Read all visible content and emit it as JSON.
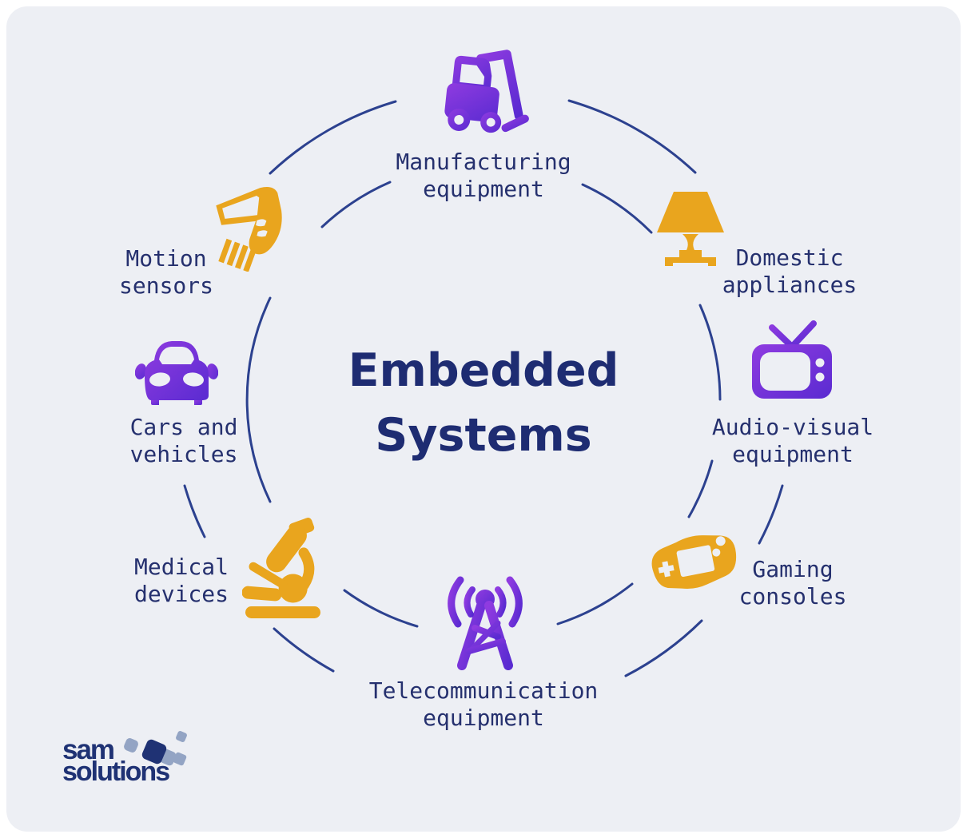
{
  "title": {
    "line1": "Embedded",
    "line2": "Systems"
  },
  "items": [
    {
      "id": "manufacturing-equipment",
      "icon": "forklift-icon",
      "color": "purple",
      "lines": [
        "Manufacturing",
        "equipment"
      ]
    },
    {
      "id": "domestic-appliances",
      "icon": "table-lamp-icon",
      "color": "orange",
      "lines": [
        "Domestic",
        "appliances"
      ]
    },
    {
      "id": "audio-visual-equipment",
      "icon": "tv-icon",
      "color": "purple",
      "lines": [
        "Audio-visual",
        "equipment"
      ]
    },
    {
      "id": "gaming-consoles",
      "icon": "handheld-console-icon",
      "color": "orange",
      "lines": [
        "Gaming",
        "consoles"
      ]
    },
    {
      "id": "telecommunication-equipment",
      "icon": "radio-tower-icon",
      "color": "purple",
      "lines": [
        "Telecommunication",
        "equipment"
      ]
    },
    {
      "id": "medical-devices",
      "icon": "microscope-icon",
      "color": "orange",
      "lines": [
        "Medical",
        "devices"
      ]
    },
    {
      "id": "cars-and-vehicles",
      "icon": "car-icon",
      "color": "purple",
      "lines": [
        "Cars and",
        "vehicles"
      ]
    },
    {
      "id": "motion-sensors",
      "icon": "barcode-scanner-icon",
      "color": "orange",
      "lines": [
        "Motion",
        "sensors"
      ]
    }
  ],
  "logo": {
    "line1": "sam",
    "line2": "solutions"
  },
  "colors": {
    "background": "#EDEFF4",
    "label_navy": "#25306E",
    "title_navy": "#1E2C72",
    "arc_blue": "#2C418F",
    "icon_purple_light": "#8F3BE0",
    "icon_purple_dark": "#5A2BD1",
    "icon_orange": "#E9A51E",
    "logo_navy": "#1F3274",
    "logo_gray_blue": "#93A4C4"
  }
}
